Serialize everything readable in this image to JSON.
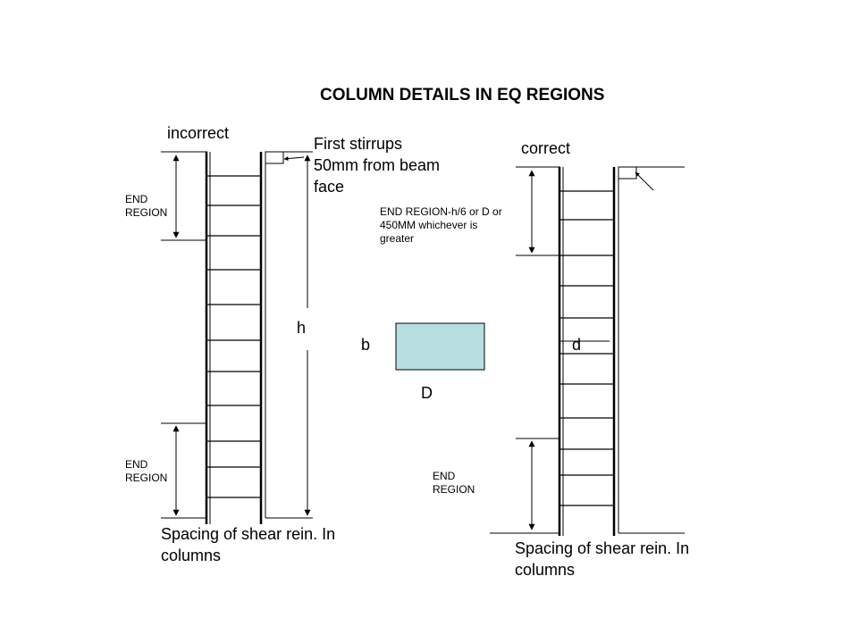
{
  "title": "COLUMN DETAILS IN EQ REGIONS",
  "left_diagram": {
    "label": "incorrect",
    "end_region_top": "END\nREGION",
    "end_region_bottom": "END\nREGION",
    "stirrup_note": "First stirrups\n50mm from beam\nface",
    "height_label": "h",
    "caption": "Spacing of shear rein. In\ncolumns"
  },
  "section": {
    "width_label": "b",
    "depth_label": "D",
    "fill_color": "#b7dfe0"
  },
  "right_diagram": {
    "label": "correct",
    "end_region_note": "END REGION-h/6 or D or\n450MM whichever is\ngreater",
    "end_region_bottom": "END\nREGION",
    "depth_label": "d",
    "caption": "Spacing of shear rein. In\ncolumns"
  }
}
